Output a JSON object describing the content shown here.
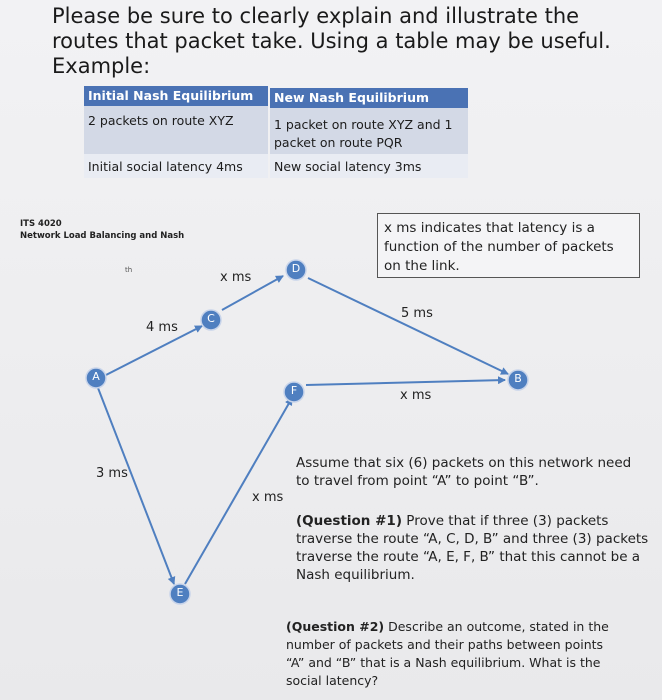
{
  "heading": {
    "line1": "Please be sure to clearly explain and illustrate the",
    "line2": "routes that packet take.  Using a table may be useful.",
    "line3": "Example:"
  },
  "table": {
    "header": [
      "Initial Nash Equilibrium",
      "New Nash Equilibrium"
    ],
    "row1": [
      "2 packets on route XYZ",
      "1 packet on route XYZ and 1 packet on route PQR"
    ],
    "row2": [
      "Initial social latency 4ms",
      "New social latency 3ms"
    ],
    "colors": {
      "header": "#4a72b4",
      "row_dark": "#d3d9e6",
      "row_light": "#e9ecf3"
    }
  },
  "course": {
    "code": "ITS 4020",
    "title": "Network Load Balancing and Nash"
  },
  "legend_note": "x ms indicates that latency is a function of the number of packets on the link.",
  "network": {
    "nodes": [
      "A",
      "B",
      "C",
      "D",
      "E",
      "F"
    ],
    "node_color": "#4f7fc0",
    "edge_labels": {
      "A_C": "4 ms",
      "C_D": "x ms",
      "D_B": "5 ms",
      "F_B": "x ms",
      "A_E": "3 ms",
      "E_F": "x ms"
    },
    "stray_mark": "th"
  },
  "assumption": "Assume that six (6) packets on this network need to travel from point “A” to point “B”.",
  "question1": {
    "label": "(Question #1)",
    "text": " Prove that if three (3) packets traverse the route “A, C, D, B” and three (3) packets traverse the route “A, E, F, B” that this cannot be a Nash equilibrium."
  },
  "question2": {
    "label": "(Question #2)",
    "text": " Describe an outcome, stated in the number of packets and their paths between points “A” and “B” that is a Nash equilibrium.  What is the social latency?"
  }
}
